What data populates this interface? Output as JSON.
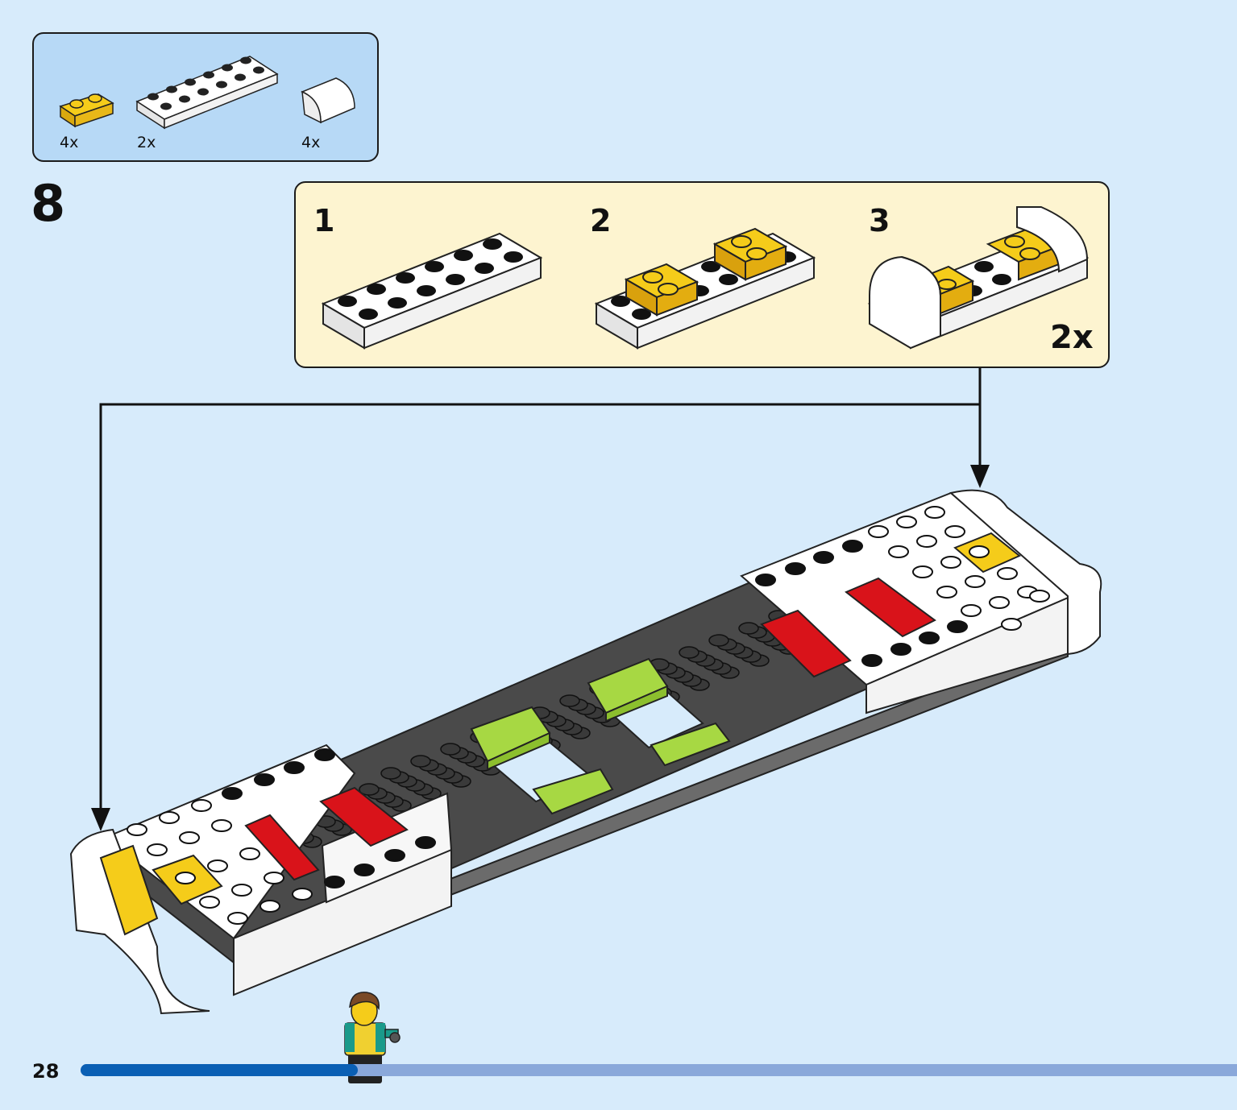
{
  "parts_list": {
    "items": [
      {
        "name": "yellow plate 1x2",
        "color": "#f5cc1a",
        "qty": "4x"
      },
      {
        "name": "white plate 2x6",
        "color": "#ffffff",
        "qty": "2x"
      },
      {
        "name": "white curved slope",
        "color": "#ffffff",
        "qty": "4x"
      }
    ]
  },
  "step": {
    "number": "8"
  },
  "sub_steps": {
    "items": [
      {
        "number": "1"
      },
      {
        "number": "2"
      },
      {
        "number": "3"
      }
    ],
    "multiplier": "2x"
  },
  "icons": [
    "arrow-down-icon",
    "minifigure-icon"
  ],
  "colors": {
    "background": "#d7ebfb",
    "parts_box": "#b7d9f6",
    "substep_box": "#fdf4d0",
    "dark_gray": "#4a4a4a",
    "red": "#d9131a",
    "yellow": "#f5cc1a",
    "lime": "#a7d843",
    "progress": "#0a5fb4",
    "progress_track": "#8aa8da"
  },
  "footer": {
    "page_number": "28",
    "progress": 0.24
  }
}
